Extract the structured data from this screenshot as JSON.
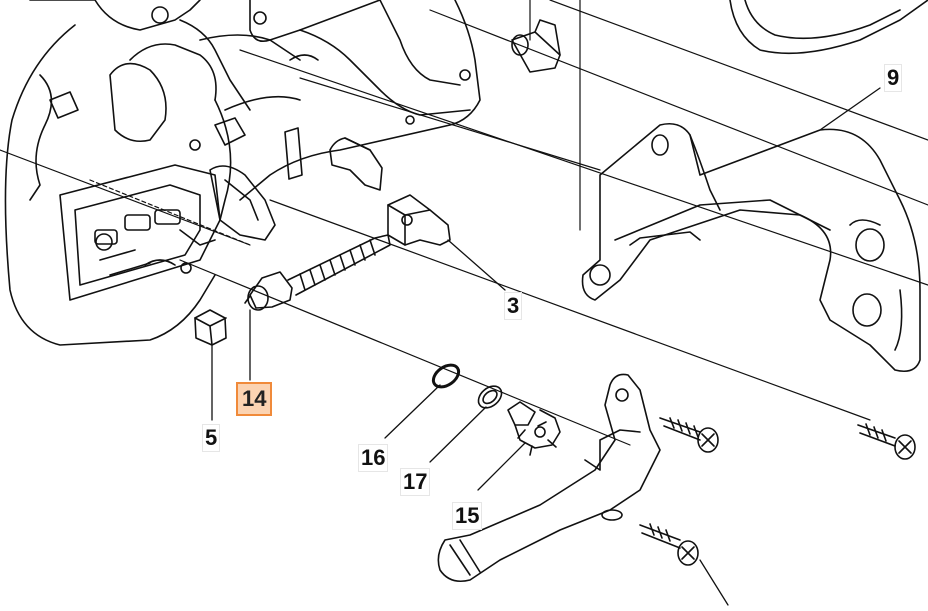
{
  "callouts": {
    "c3": "3",
    "c5": "5",
    "c9": "9",
    "c14": "14",
    "c15": "15",
    "c16": "16",
    "c17": "17"
  },
  "colors": {
    "line": "#111111",
    "highlight_fill": "#fbd3b2",
    "highlight_border": "#f08a3a"
  }
}
